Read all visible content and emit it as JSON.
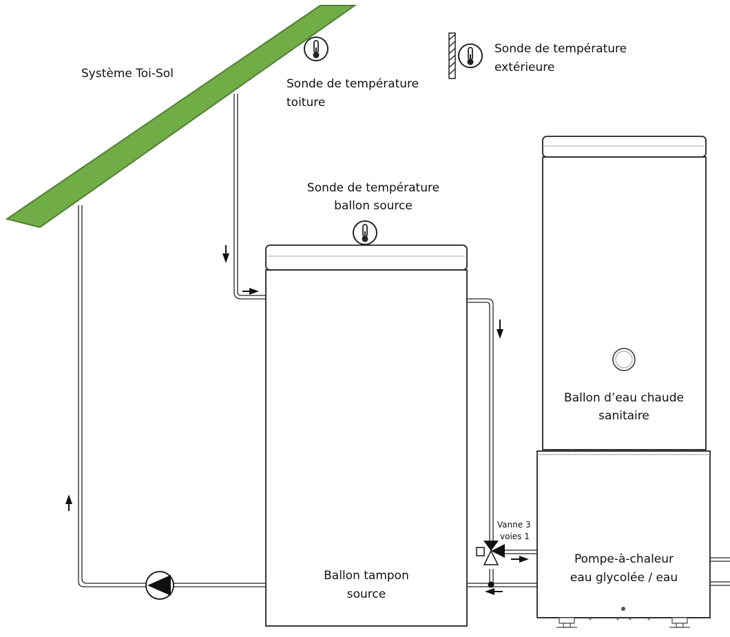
{
  "labels": {
    "system": "Système Toi-Sol",
    "roof_sensor_1": "Sonde de température",
    "roof_sensor_2": "toiture",
    "outdoor_sensor_1": "Sonde de température",
    "outdoor_sensor_2": "extérieure",
    "tank_sensor_1": "Sonde de température",
    "tank_sensor_2": "ballon source",
    "dhw_tank_1": "Ballon d’eau chaude",
    "dhw_tank_2": "sanitaire",
    "buffer_tank_1": "Ballon tampon",
    "buffer_tank_2": "source",
    "heat_pump_1": "Pompe-à-chaleur",
    "heat_pump_2": "eau glycolée / eau",
    "valve_1": "Vanne 3",
    "valve_2": "voies 1"
  },
  "colors": {
    "collector_fill": "#70ad47",
    "collector_stroke": "#507e32",
    "line": "#222222"
  },
  "icons": [
    "thermometer-icon",
    "pump-icon",
    "three-way-valve-icon",
    "arrow-icon"
  ]
}
